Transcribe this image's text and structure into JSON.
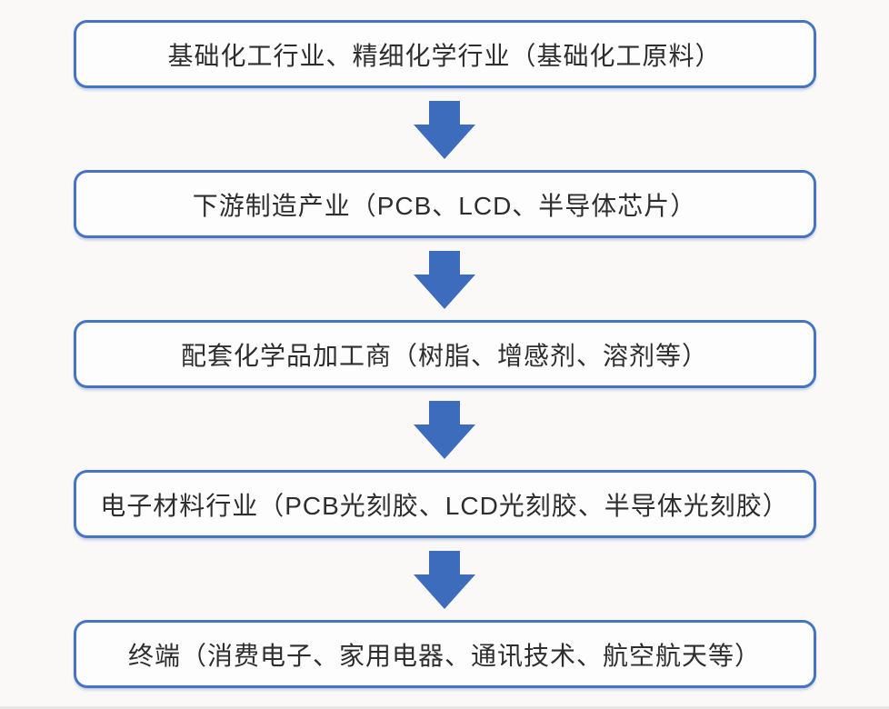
{
  "flow": {
    "type": "vertical-flowchart",
    "steps": [
      {
        "label": "基础化工行业、精细化学行业（基础化工原料）"
      },
      {
        "label": "下游制造产业（PCB、LCD、半导体芯片）"
      },
      {
        "label": "配套化学品加工商（树脂、增感剂、溶剂等）"
      },
      {
        "label": "电子材料行业（PCB光刻胶、LCD光刻胶、半导体光刻胶）"
      },
      {
        "label": "终端（消费电子、家用电器、通讯技术、航空航天等）"
      }
    ],
    "connector": "down-arrow"
  },
  "colors": {
    "background": "#faf9f8",
    "box_fill": "#fdfdfd",
    "box_border": "#4574c4",
    "arrow": "#3d6cbd",
    "text": "#2e2e2e",
    "edge": "#e7e7e5"
  }
}
